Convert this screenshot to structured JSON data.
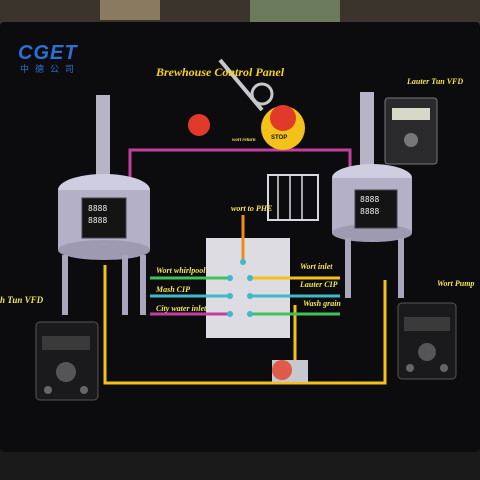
{
  "panel": {
    "brand": "CGET",
    "brand_sub": "中德公司",
    "title": "Brewhouse Control Panel",
    "labels": {
      "lauter_vfd": "Lauter Tun VFD",
      "mash_vfd": "h Tun VFD",
      "wort_pump": "Wort Pump",
      "wort_to_phe": "wort to PHE",
      "wort_whirlpool": "Wort whirlpool",
      "mash_cip": "Mash CIP",
      "city_water_inlet": "City water inlet",
      "wort_inlet": "Wort inlet",
      "lauter_cip": "Lauter CIP",
      "wash_grain": "Wash grain",
      "wort_return": "wort return",
      "stop": "STOP"
    },
    "controllers": {
      "left": {
        "row1": "8888",
        "row2": "8888"
      },
      "right": {
        "row1": "8888",
        "row2": "8888"
      }
    },
    "colors": {
      "panel": "#0c0c0e",
      "magenta_line": "#c23fa0",
      "yellow_line": "#f2c21a",
      "orange_line": "#f08a1a",
      "green_line": "#3fc25a",
      "cyan_line": "#3fb8c8",
      "stop_red": "#e23a2a",
      "stop_yellow": "#f2c21a"
    }
  }
}
